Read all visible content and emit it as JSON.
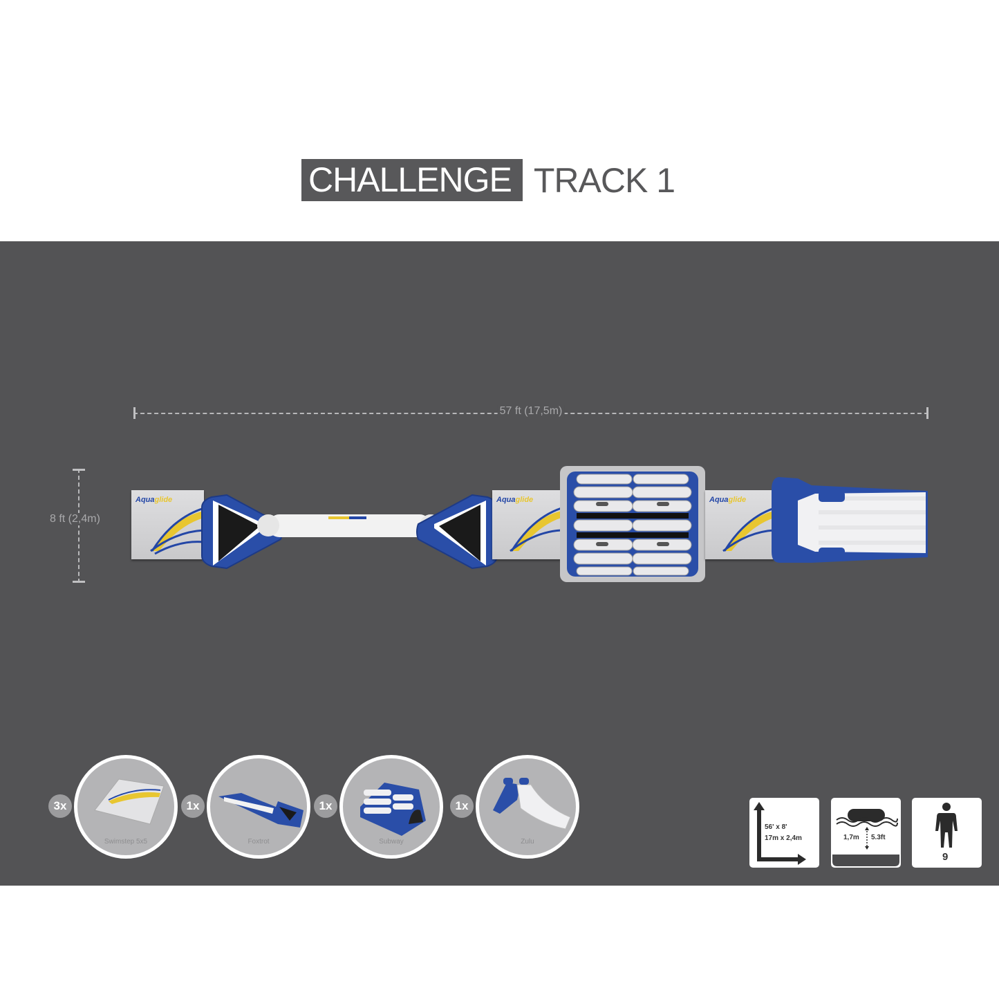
{
  "title": {
    "boxed": "CHALLENGE",
    "plain": "TRACK 1"
  },
  "dimensions": {
    "length_label": "57 ft (17,5m)",
    "width_label": "8 ft (2,4m)"
  },
  "track": {
    "brand_prefix": "Aqua",
    "brand_suffix": "glide",
    "modules": [
      "Swimstep 5x5",
      "Foxtrot",
      "Swimstep 5x5",
      "Subway",
      "Swimstep 5x5",
      "Zulu"
    ]
  },
  "components": [
    {
      "qty": "3x",
      "name": "Swimstep 5x5"
    },
    {
      "qty": "1x",
      "name": "Foxtrot"
    },
    {
      "qty": "1x",
      "name": "Subway"
    },
    {
      "qty": "1x",
      "name": "Zulu"
    }
  ],
  "specs": {
    "footprint": {
      "imperial": "56' x 8'",
      "metric": "17m x 2,4m"
    },
    "depth": {
      "metric": "1,7m",
      "imperial": "5.3ft"
    },
    "capacity": {
      "users": "9"
    }
  },
  "colors": {
    "band": "#535355",
    "title_box": "#58585a",
    "brand_blue": "#2346a6",
    "brand_yellow": "#e8c630"
  }
}
